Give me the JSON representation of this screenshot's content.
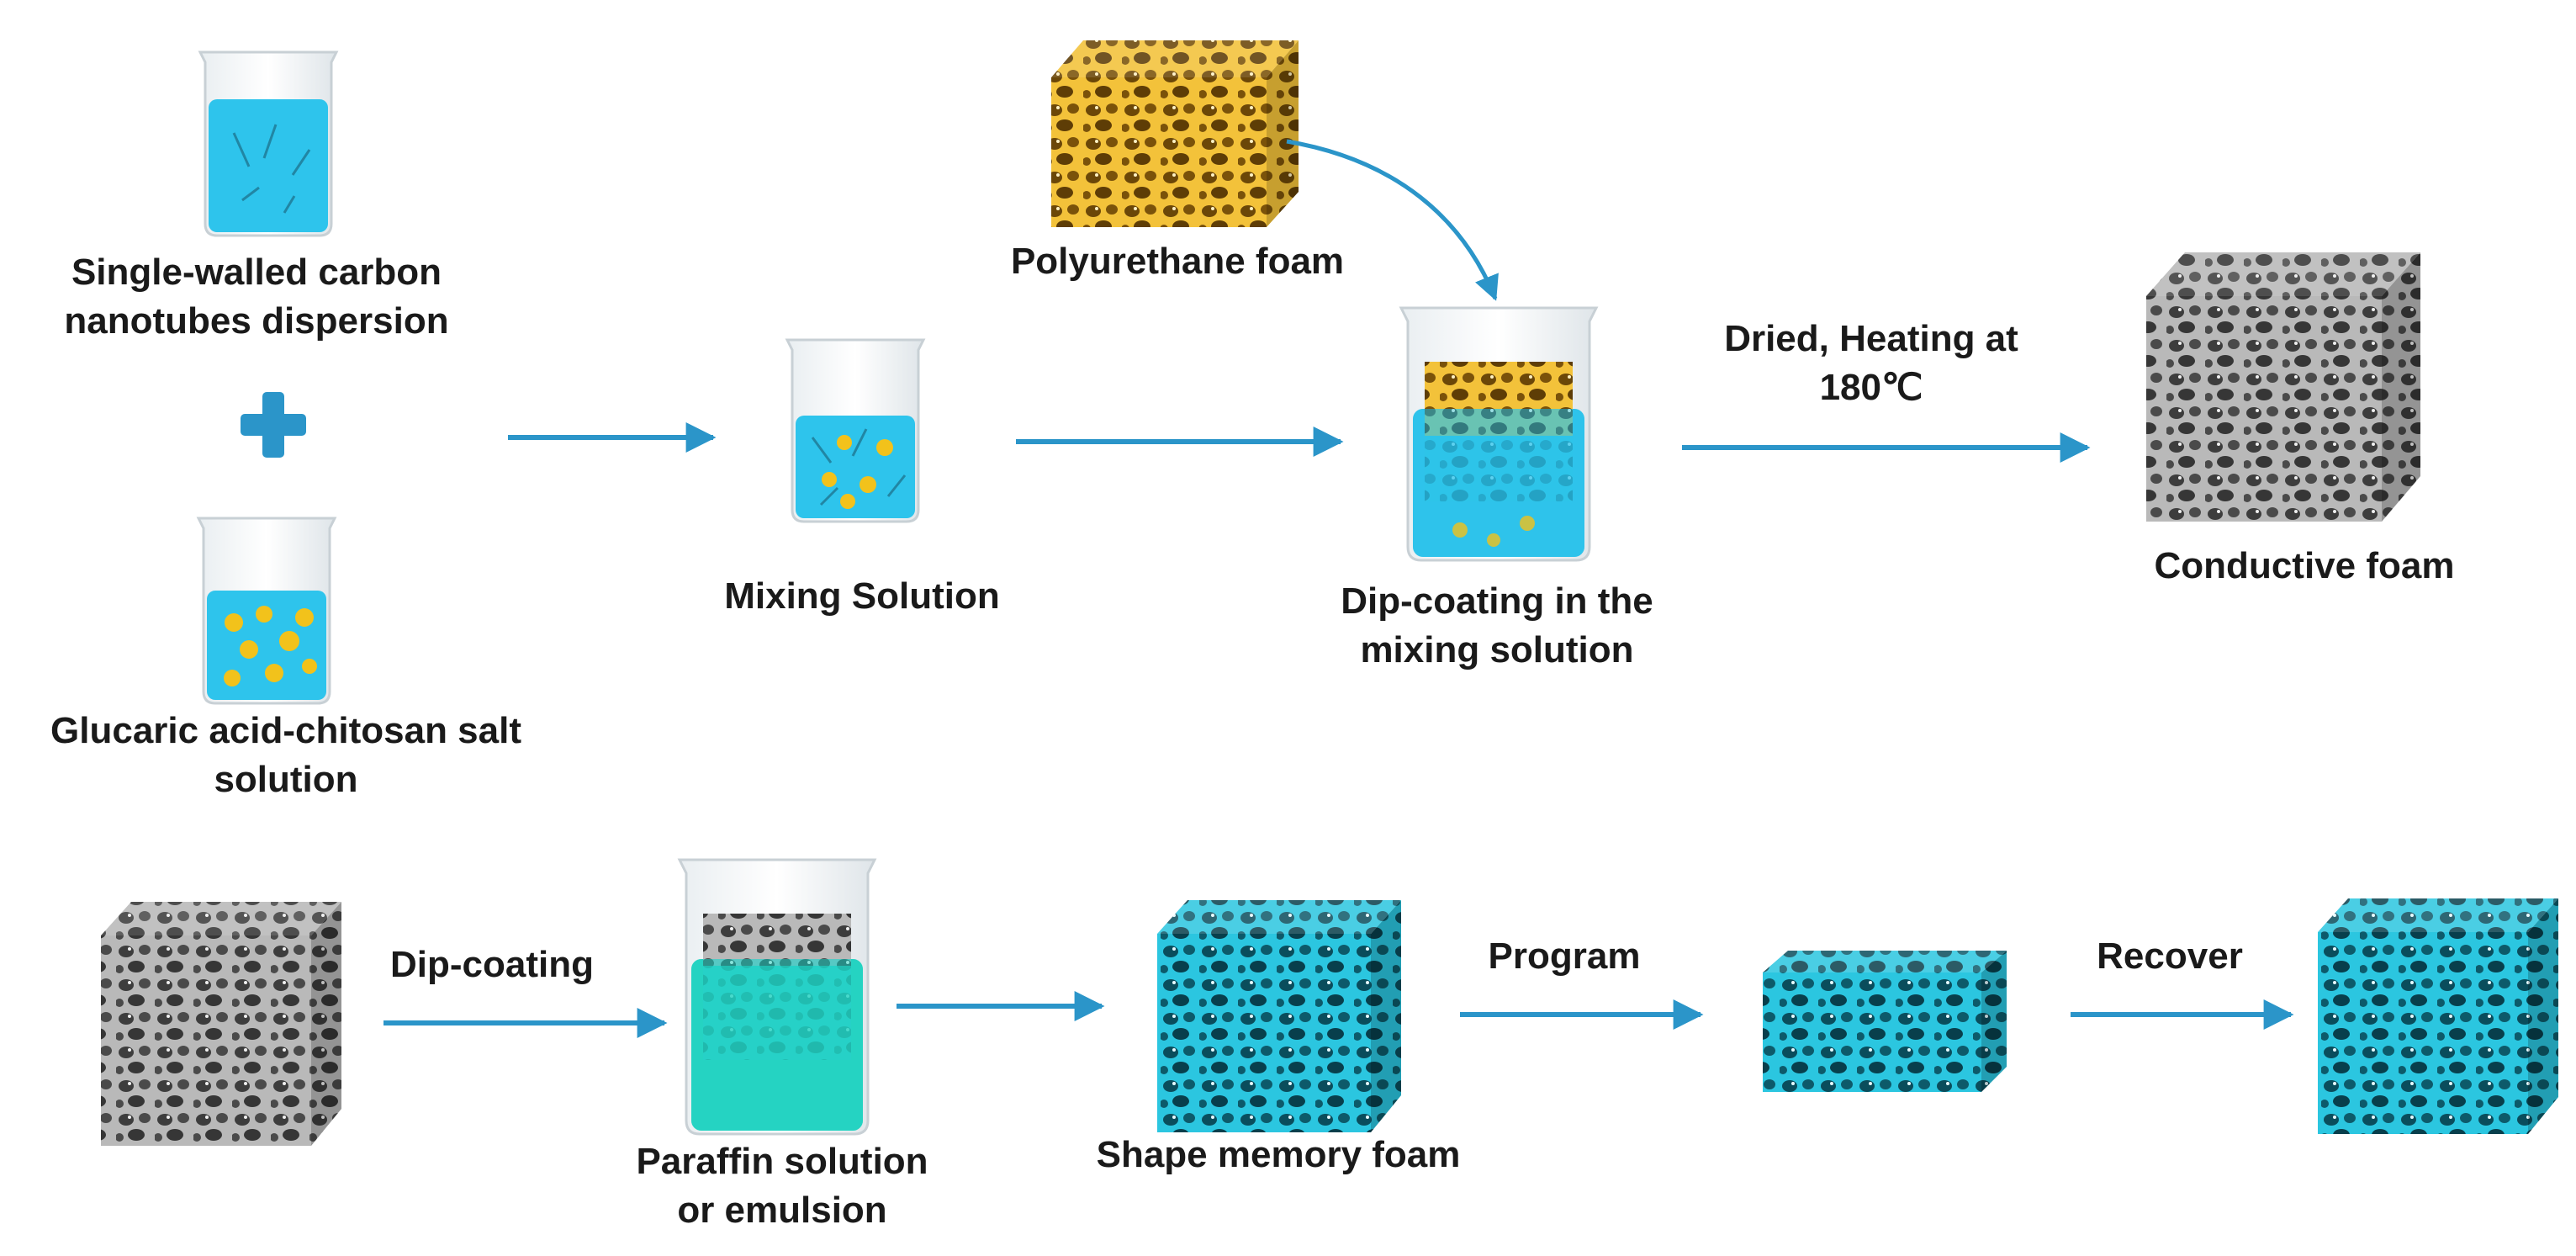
{
  "colors": {
    "arrow": "#2b95c9",
    "plus": "#2b95c9",
    "liquid_blue": "#2ec4ec",
    "liquid_teal": "#25d3c2",
    "nanoparticle": "#f2c21b",
    "foam_gray": "#8d8d8d",
    "foam_yellow": "#e8ad1f",
    "foam_cyan": "#16a9c4"
  },
  "icons": {
    "beaker": "beaker-icon",
    "foam": "foam-cube-icon",
    "plus": "plus-icon",
    "arrow": "arrow-icon"
  },
  "labels": {
    "swcnt": [
      "Single-walled carbon",
      "nanotubes dispersion"
    ],
    "glucaric": [
      "Glucaric acid-chitosan salt",
      "solution"
    ],
    "mixing": "Mixing Solution",
    "pu_foam": "Polyurethane foam",
    "dip_coating_mix": [
      "Dip-coating in the",
      "mixing solution"
    ],
    "dried": [
      "Dried, Heating at",
      "180℃"
    ],
    "conductive": "Conductive foam",
    "dip_coating": "Dip-coating",
    "paraffin": [
      "Paraffin solution",
      "or emulsion"
    ],
    "shape_memory": "Shape memory foam",
    "program": "Program",
    "recover": "Recover"
  }
}
